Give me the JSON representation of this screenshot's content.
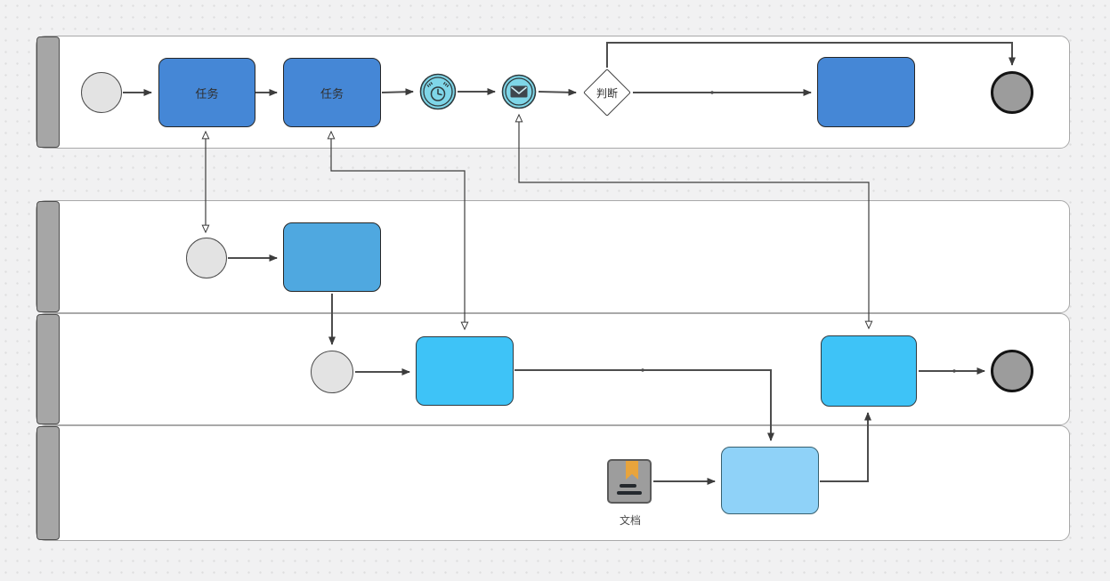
{
  "diagram": {
    "type": "bpmn-swimlane-flowchart",
    "pools": [
      {
        "name": "top-pool",
        "lane_count": 1
      },
      {
        "name": "bottom-pool",
        "lane_count": 3
      }
    ],
    "labels": {
      "task1": "任务",
      "task2": "任务",
      "task3": "",
      "gateway": "判断",
      "lane2_box": "",
      "lane3_box_left": "",
      "lane3_box_right": "",
      "lane4_box": "",
      "document": "文档"
    },
    "colors": {
      "canvas_bg": "#f1f1f2",
      "grid_dot": "#dedede",
      "lane_fill": "#ffffff",
      "lane_border": "#a9a9a9",
      "lane_header_fill": "#a6a6a6",
      "lane_header_border": "#4d4d4d",
      "task_blue": "#4587d6",
      "box_medium_blue": "#4fa8e0",
      "box_cyan": "#3ec3f7",
      "box_light_blue": "#8fd2f8",
      "event_fill": "#7fd6e8",
      "event_stroke": "#2f3b3e",
      "envelope_fill": "#3e464d",
      "start_circle_fill": "#e3e3e3",
      "end_circle_fill": "#9c9c9c",
      "end_circle_border": "#141414",
      "connector": "#4d4d4d",
      "doc_icon_fill": "#9d9d9d",
      "bookmark_orange": "#e8a43c"
    }
  }
}
